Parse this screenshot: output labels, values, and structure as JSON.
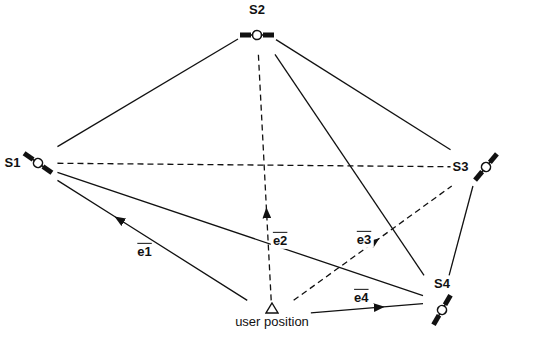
{
  "diagram": {
    "nodes": [
      {
        "text": [
          "S1"
        ]
      },
      {
        "text": [
          "S2"
        ]
      },
      {
        "text": [
          "S3"
        ]
      },
      {
        "text": [
          "S4"
        ]
      },
      {
        "text": [
          "user position"
        ]
      }
    ],
    "edges": [
      {
        "from": 0,
        "to": 1,
        "arrow": "none"
      },
      {
        "from": 1,
        "to": 2,
        "arrow": "none"
      },
      {
        "from": 0,
        "to": 2,
        "arrow": "none"
      },
      {
        "from": 0,
        "to": 3,
        "arrow": "none"
      },
      {
        "from": 1,
        "to": 3,
        "arrow": "none"
      },
      {
        "from": 2,
        "to": 3,
        "arrow": "none"
      },
      {
        "from": 4,
        "to": 0,
        "label": "e1",
        "arrow": "to"
      },
      {
        "from": 4,
        "to": 1,
        "label": "e2",
        "arrow": "to"
      },
      {
        "from": 4,
        "to": 2,
        "label": "e3",
        "arrow": "to"
      },
      {
        "from": 4,
        "to": 3,
        "label": "e4",
        "arrow": "to"
      }
    ]
  }
}
